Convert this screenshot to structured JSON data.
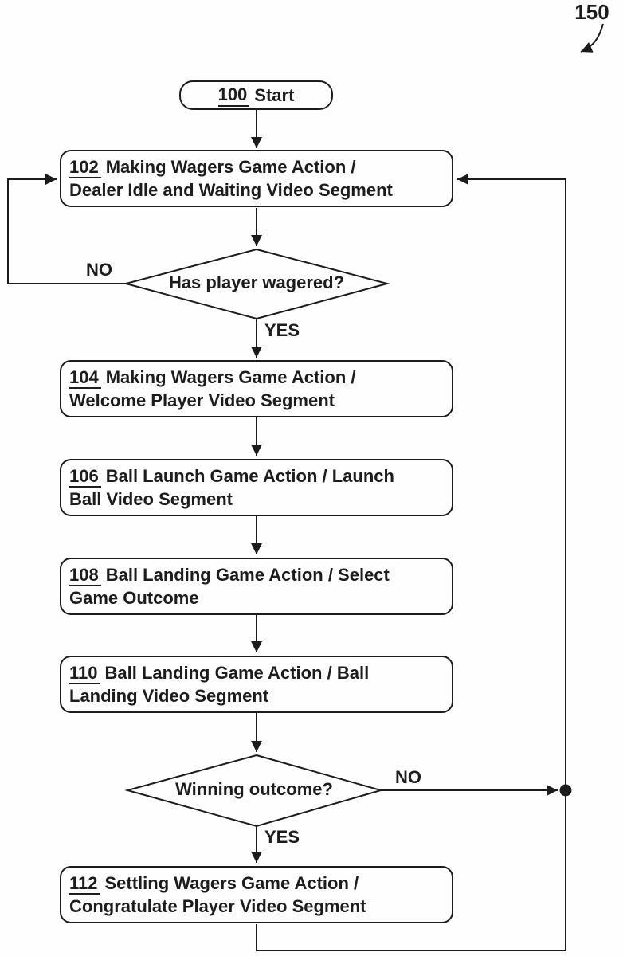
{
  "figure": {
    "ref_label": "150",
    "ink_color": "#1c1c1c",
    "background_color": "#fefefe",
    "type": "flowchart"
  },
  "nodes": {
    "start": {
      "id": "100",
      "title": "Start"
    },
    "n102": {
      "id": "102",
      "line1": "Making Wagers Game Action /",
      "line2": "Dealer Idle and Waiting Video Segment"
    },
    "n104": {
      "id": "104",
      "line1": "Making Wagers Game Action /",
      "line2": "Welcome Player Video Segment"
    },
    "n106": {
      "id": "106",
      "line1": "Ball Launch Game Action / Launch",
      "line2": "Ball Video Segment"
    },
    "n108": {
      "id": "108",
      "line1": "Ball Landing Game Action / Select",
      "line2": "Game Outcome"
    },
    "n110": {
      "id": "110",
      "line1": "Ball Landing Game Action / Ball",
      "line2": "Landing Video Segment"
    },
    "n112": {
      "id": "112",
      "line1": "Settling Wagers Game Action /",
      "line2": "Congratulate Player Video Segment"
    }
  },
  "decisions": {
    "d1": {
      "question": "Has player wagered?",
      "no_label": "NO",
      "yes_label": "YES"
    },
    "d2": {
      "question": "Winning outcome?",
      "no_label": "NO",
      "yes_label": "YES"
    }
  }
}
